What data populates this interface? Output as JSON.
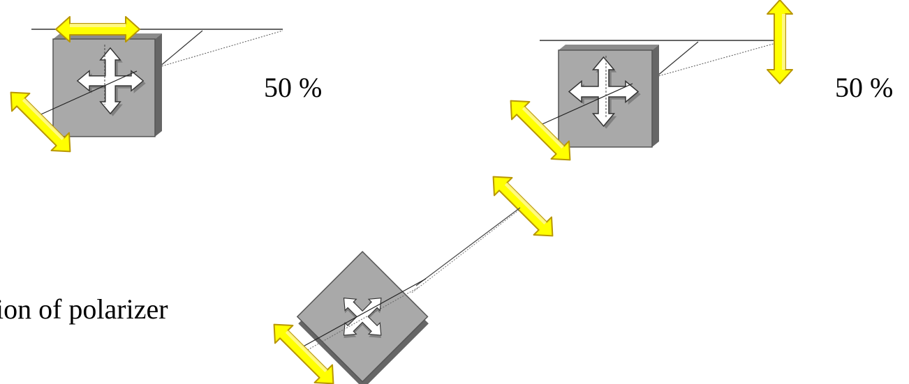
{
  "labels": {
    "left_percent": "50 %",
    "right_percent": "50 %",
    "caption": "ion of polarizer"
  },
  "colors": {
    "polarizer_face": "#a9a9a9",
    "polarizer_side": "#666666",
    "arrow_fill": "#ffff00",
    "arrow_edge": "#c9a800",
    "cross_fill": "#ffffff",
    "beam_line": "#555555"
  },
  "elements": {
    "polarizers": [
      "polarizer-top-left",
      "polarizer-top-right",
      "polarizer-bottom"
    ],
    "polarization_arrows": [
      "horizontal",
      "diagonal",
      "diagonal",
      "vertical",
      "diagonal",
      "diagonal"
    ]
  }
}
